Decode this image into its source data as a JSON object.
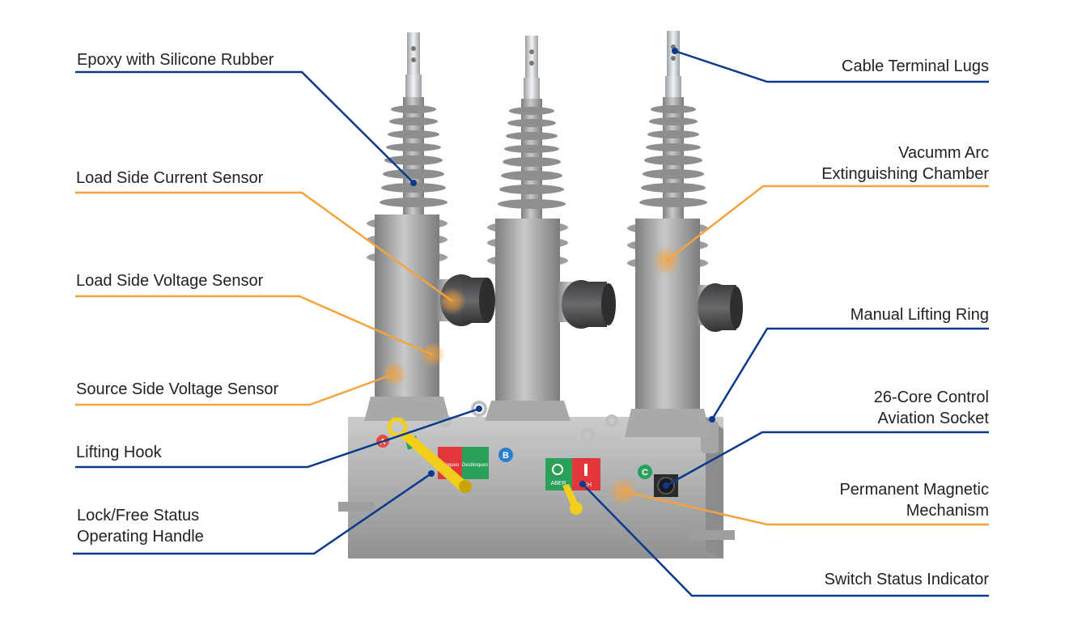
{
  "colors": {
    "blue_leader": "#0b3a8c",
    "orange_leader": "#f5a33a",
    "porcelain": "#8e9092",
    "porcelain_light": "#b9bbbd",
    "rubber": "#4a4a4c",
    "green_panel": "#2aa05a",
    "red_panel": "#e2373a",
    "handle": "#f2cf1c",
    "phase_a": "#e64b3c",
    "phase_b": "#2c7fd0",
    "phase_c": "#2aa05a"
  },
  "labels": {
    "epoxy": "Epoxy with Silicone Rubber",
    "cable_lugs": "Cable Terminal Lugs",
    "vacuum_l1": "Vacumm Arc",
    "vacuum_l2": "Extinguishing Chamber",
    "load_current": "Load Side Current Sensor",
    "load_voltage": "Load Side Voltage Sensor",
    "manual_ring": "Manual Lifting Ring",
    "source_voltage": "Source Side Voltage Sensor",
    "socket_l1": "26-Core Control",
    "socket_l2": "Aviation Socket",
    "lifting_hook": "Lifting Hook",
    "magnet_l1": "Permanent Magnetic",
    "magnet_l2": "Mechanism",
    "handle_l1": "Lock/Free Status",
    "handle_l2": "Operating Handle",
    "status_ind": "Switch Status Indicator"
  },
  "device": {
    "phase_a": "A",
    "phase_b": "B",
    "phase_c": "C",
    "plate1_left": "Bloqueo",
    "plate1_right": "Desbloqueo",
    "plate2_left": "ABER",
    "plate2_right": "CH"
  }
}
